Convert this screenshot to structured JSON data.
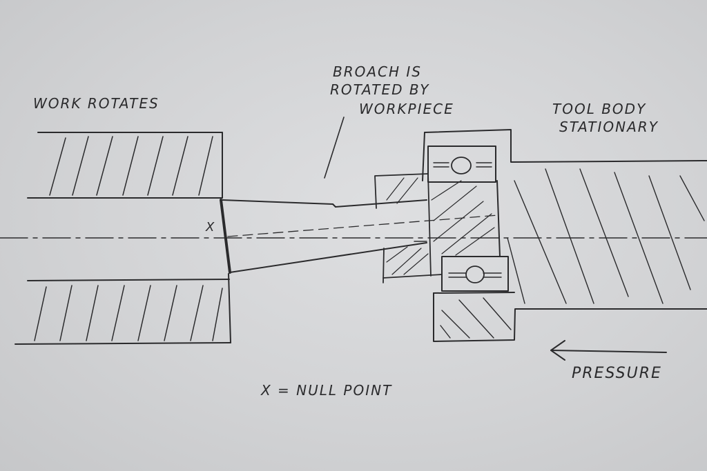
{
  "labels": {
    "work_rotates": "WORK ROTATES",
    "broach_line1": "BROACH IS",
    "broach_line2": "ROTATED BY",
    "broach_line3": "WORKPIECE",
    "tool_body_line1": "TOOL BODY",
    "tool_body_line2": "STATIONARY",
    "x_marker": "X",
    "null_point_note": "X = NULL POINT",
    "pressure": "PRESSURE"
  },
  "colors": {
    "paper": "#d8d9db",
    "ink": "#2a2a2c"
  }
}
